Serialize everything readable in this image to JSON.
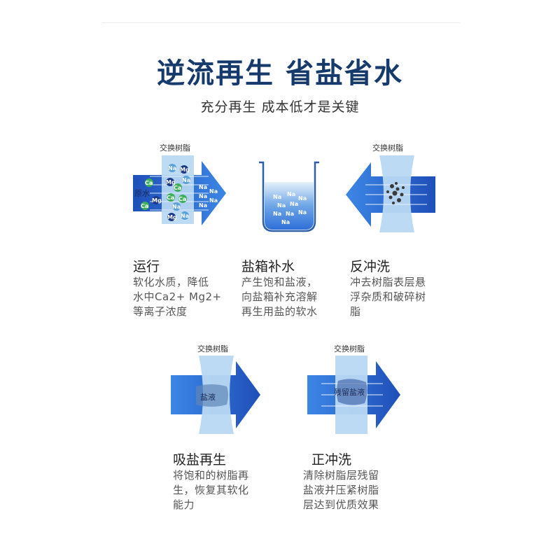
{
  "title": "逆流再生 省盐省水",
  "subtitle": "充分再生 成本低才是关键",
  "resin_label": "交换树脂",
  "ions": {
    "na": "Na",
    "mg": "Mg",
    "ca": "Ca"
  },
  "raw_water_label": "原水",
  "brine_label": "盐液",
  "residual_brine_label": "残留盐液",
  "steps": [
    {
      "title": "运行",
      "desc": "软化水质，降低\n水中Ca2+  Mg2+\n等离子浓度"
    },
    {
      "title": "盐箱补水",
      "desc": "产生饱和盐液，\n向盐箱补充溶解\n再生用盐的软水"
    },
    {
      "title": "反冲洗",
      "desc": "冲去树脂表层悬\n浮杂质和破碎树\n脂"
    },
    {
      "title": "吸盐再生",
      "desc": "将饱和的树脂再\n生，恢复其软化\n能力"
    },
    {
      "title": "正冲洗",
      "desc": "清除树脂层残留\n盐液并压紧树脂\n层达到优质效果"
    }
  ],
  "colors": {
    "title": "#163a6b",
    "arrow_blue": "#2f6fd8",
    "arrow_dark": "#1f4fb8",
    "resin_light": "#b9d8f3",
    "na_ion": "#5aa2dc",
    "mg_ion": "#1d3a8a",
    "ca_ion": "#3fae5a"
  }
}
